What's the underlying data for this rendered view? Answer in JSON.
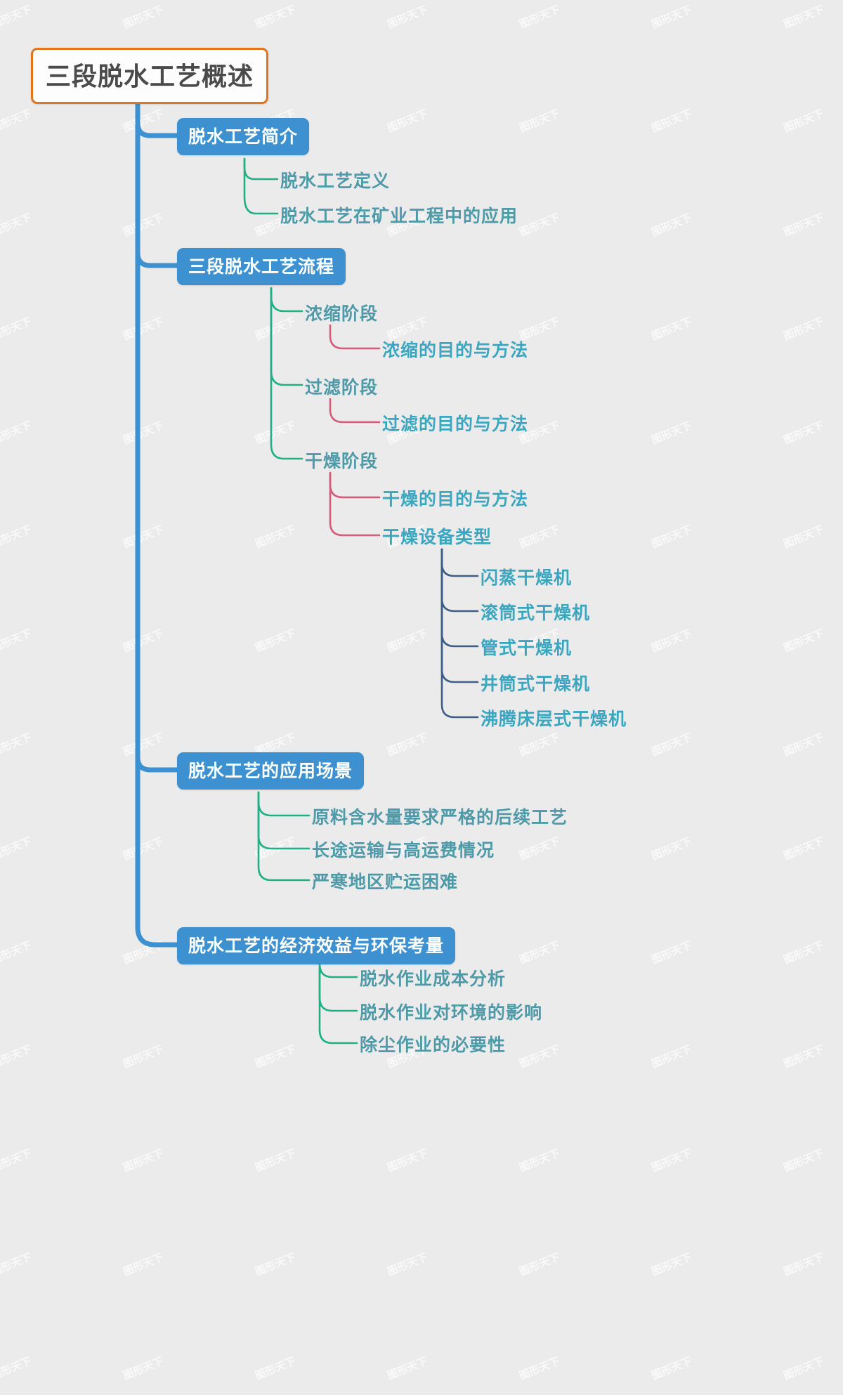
{
  "meta": {
    "background_color": "#ebebeb",
    "watermark_text": "图形天下"
  },
  "mindmap": {
    "root": {
      "label": "三段脱水工艺概述",
      "border_color": "#e2751e",
      "fill_color": "#fdfdfd",
      "text_color": "#4a4a4a"
    },
    "trunk_color": "#3d91d1",
    "level_colors": {
      "level1_fill": "#3d91d1",
      "level1_text": "#ffffff",
      "level2_text": "#4e9aa8",
      "level2_link": "#21b083",
      "level3_text": "#3ba6c0",
      "level3_link": "#d45b7a",
      "level4_text": "#3ba6c0",
      "level4_link": "#3f5e85"
    },
    "branches": [
      {
        "label": "脱水工艺简介",
        "children": [
          {
            "label": "脱水工艺定义",
            "children": []
          },
          {
            "label": "脱水工艺在矿业工程中的应用",
            "children": []
          }
        ]
      },
      {
        "label": "三段脱水工艺流程",
        "children": [
          {
            "label": "浓缩阶段",
            "children": [
              {
                "label": "浓缩的目的与方法",
                "children": []
              }
            ]
          },
          {
            "label": "过滤阶段",
            "children": [
              {
                "label": "过滤的目的与方法",
                "children": []
              }
            ]
          },
          {
            "label": "干燥阶段",
            "children": [
              {
                "label": "干燥的目的与方法",
                "children": []
              },
              {
                "label": "干燥设备类型",
                "children": [
                  {
                    "label": "闪蒸干燥机"
                  },
                  {
                    "label": "滚筒式干燥机"
                  },
                  {
                    "label": "管式干燥机"
                  },
                  {
                    "label": "井筒式干燥机"
                  },
                  {
                    "label": "沸腾床层式干燥机"
                  }
                ]
              }
            ]
          }
        ]
      },
      {
        "label": "脱水工艺的应用场景",
        "children": [
          {
            "label": "原料含水量要求严格的后续工艺",
            "children": []
          },
          {
            "label": "长途运输与高运费情况",
            "children": []
          },
          {
            "label": "严寒地区贮运困难",
            "children": []
          }
        ]
      },
      {
        "label": "脱水工艺的经济效益与环保考量",
        "children": [
          {
            "label": "脱水作业成本分析",
            "children": []
          },
          {
            "label": "脱水作业对环境的影响",
            "children": []
          },
          {
            "label": "除尘作业的必要性",
            "children": []
          }
        ]
      }
    ]
  },
  "nodes": {
    "root": "三段脱水工艺概述",
    "b1": "脱水工艺简介",
    "b1c1": "脱水工艺定义",
    "b1c2": "脱水工艺在矿业工程中的应用",
    "b2": "三段脱水工艺流程",
    "b2c1": "浓缩阶段",
    "b2c1g1": "浓缩的目的与方法",
    "b2c2": "过滤阶段",
    "b2c2g1": "过滤的目的与方法",
    "b2c3": "干燥阶段",
    "b2c3g1": "干燥的目的与方法",
    "b2c3g2": "干燥设备类型",
    "d1": "闪蒸干燥机",
    "d2": "滚筒式干燥机",
    "d3": "管式干燥机",
    "d4": "井筒式干燥机",
    "d5": "沸腾床层式干燥机",
    "b3": "脱水工艺的应用场景",
    "b3c1": "原料含水量要求严格的后续工艺",
    "b3c2": "长途运输与高运费情况",
    "b3c3": "严寒地区贮运困难",
    "b4": "脱水工艺的经济效益与环保考量",
    "b4c1": "脱水作业成本分析",
    "b4c2": "脱水作业对环境的影响",
    "b4c3": "除尘作业的必要性"
  }
}
